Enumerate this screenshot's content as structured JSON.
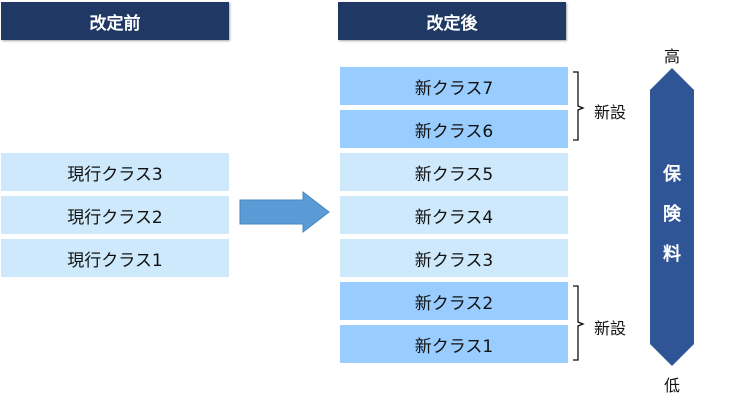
{
  "headers": {
    "before": "改定前",
    "after": "改定後"
  },
  "current_classes": [
    "現行クラス3",
    "現行クラス2",
    "現行クラス1"
  ],
  "new_classes": [
    {
      "label": "新クラス7",
      "tone": "dark"
    },
    {
      "label": "新クラス6",
      "tone": "dark"
    },
    {
      "label": "新クラス5",
      "tone": "light"
    },
    {
      "label": "新クラス4",
      "tone": "light"
    },
    {
      "label": "新クラス3",
      "tone": "light"
    },
    {
      "label": "新クラス2",
      "tone": "dark"
    },
    {
      "label": "新クラス1",
      "tone": "dark"
    }
  ],
  "brace_labels": {
    "upper": "新設",
    "lower": "新設"
  },
  "scale": {
    "high": "高",
    "low": "低",
    "title_chars": [
      "保",
      "険",
      "料"
    ]
  },
  "colors": {
    "header": "#1f3864",
    "light_box": "#cde9fb",
    "dark_box": "#99ccff",
    "arrow": "#5b9bd5",
    "scale_arrow": "#2f5597"
  }
}
